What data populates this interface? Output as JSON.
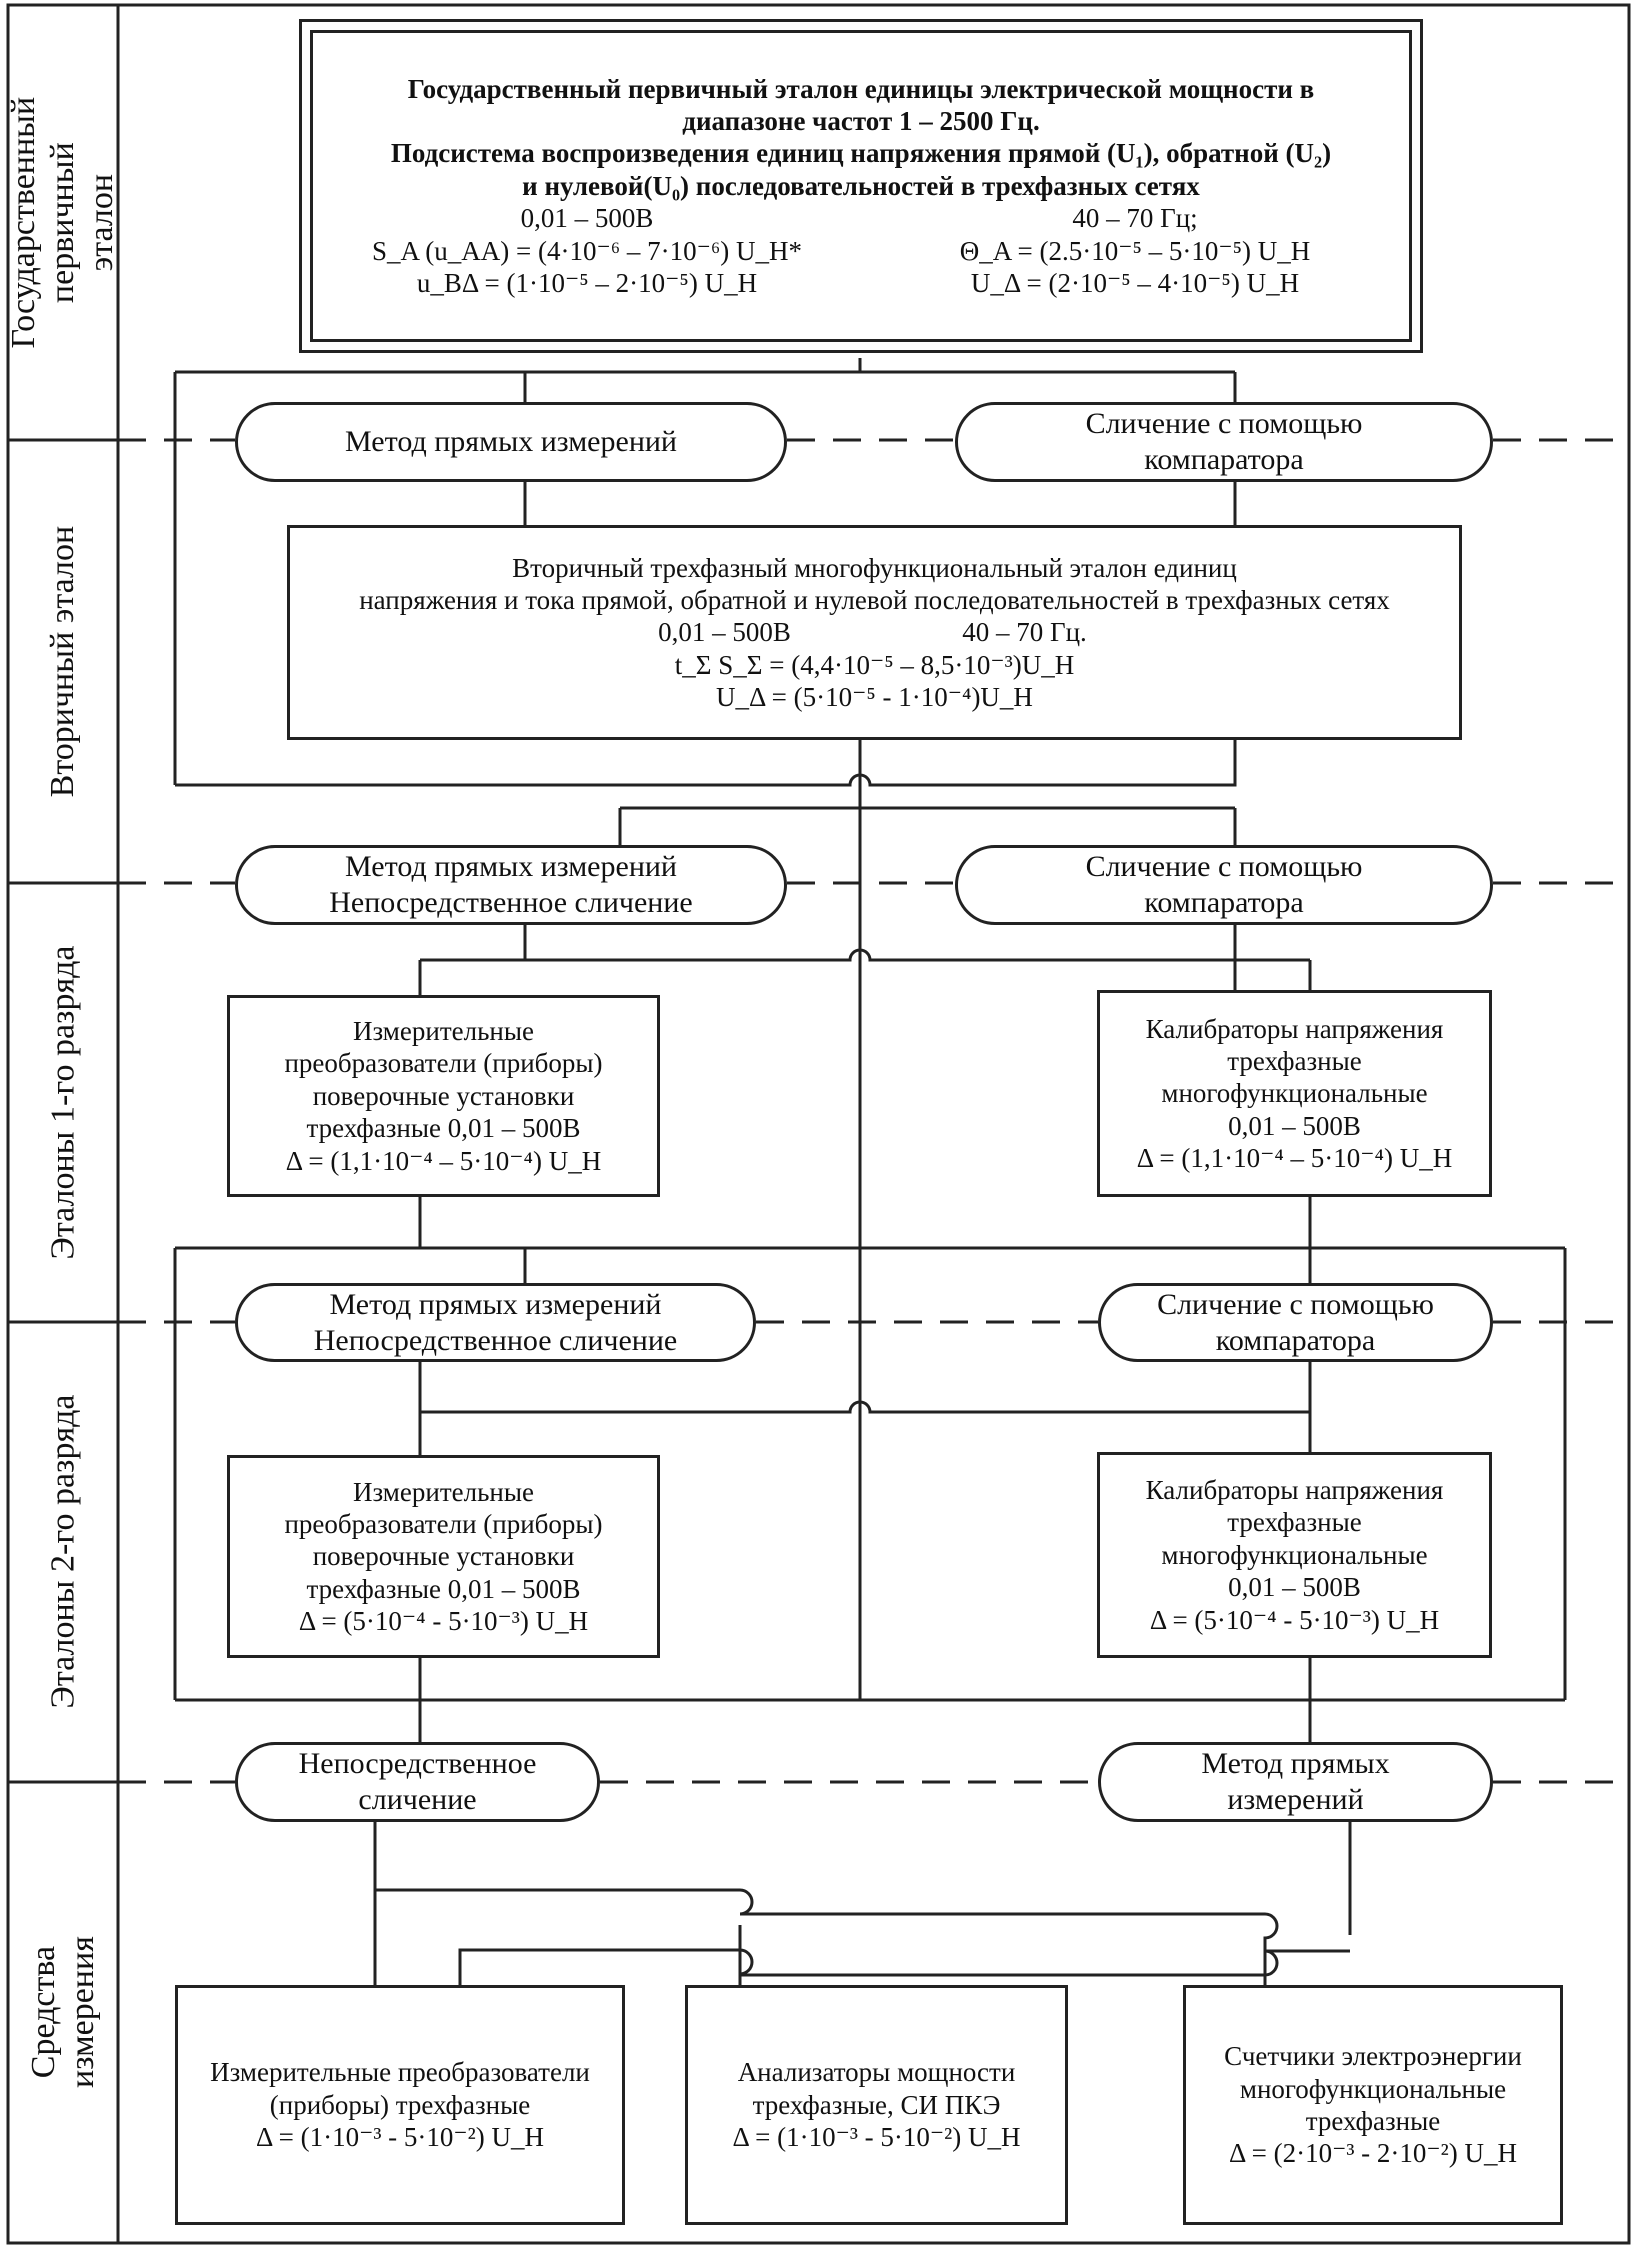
{
  "levels": {
    "state_primary": "Государственный первичный эталон",
    "secondary": "Вторичный эталон",
    "first_rank": "Эталоны 1-го разряда",
    "second_rank": "Эталоны 2-го разряда",
    "measuring_instruments": "Средства измерения"
  },
  "primary_standard": {
    "title_line1": "Государственный первичный эталон единицы электрической мощности в",
    "title_line2": "диапазоне частот 1 – 2500 Гц.",
    "title_line3": "Подсистема воспроизведения единиц напряжения прямой (U₁), обратной (U₂)",
    "title_line4": "и нулевой(U₀) последовательностей в трехфазных сетях",
    "range_voltage": "0,01 – 500В",
    "range_freq": "40 – 70 Гц;",
    "sa": "S_A (u_AA) = (4·10⁻⁶ – 7·10⁻⁶) U_H*",
    "theta": "Θ_A = (2.5·10⁻⁵ – 5·10⁻⁵) U_H",
    "ub": "u_BΔ = (1·10⁻⁵ – 2·10⁻⁵) U_H",
    "ud": "U_Δ = (2·10⁻⁵ – 4·10⁻⁵) U_H"
  },
  "methods": {
    "direct": "Метод прямых измерений",
    "comparator_l1": "Сличение с помощью",
    "comparator_l2": "компаратора",
    "direct_l1": "Метод прямых измерений",
    "direct_l2": "Непосредственное сличение",
    "immediate_l1": "Непосредственное",
    "immediate_l2": "сличение",
    "direct_meas_l1": "Метод прямых",
    "direct_meas_l2": "измерений"
  },
  "secondary_standard": {
    "line1": "Вторичный трехфазный многофункциональный эталон единиц",
    "line2": "напряжения и тока прямой, обратной и нулевой последовательностей в трехфазных сетях",
    "range_voltage": "0,01 – 500В",
    "range_freq": "40 – 70 Гц.",
    "ts": "t_Σ S_Σ = (4,4·10⁻⁵ – 8,5·10⁻³)U_H",
    "ud": "U_Δ = (5·10⁻⁵ - 1·10⁻⁴)U_H"
  },
  "rank1_left": {
    "line1": "Измерительные",
    "line2": "преобразователи (приборы)",
    "line3": "поверочные установки",
    "line4": "трехфазные 0,01 – 500В",
    "line5": "Δ = (1,1·10⁻⁴ – 5·10⁻⁴) U_H"
  },
  "rank1_right": {
    "line1": "Калибраторы напряжения",
    "line2": "трехфазные",
    "line3": "многофункциональные",
    "line4": "0,01 – 500В",
    "line5": "Δ = (1,1·10⁻⁴ – 5·10⁻⁴) U_H"
  },
  "rank2_left": {
    "line1": "Измерительные",
    "line2": "преобразователи (приборы)",
    "line3": "поверочные установки",
    "line4": "трехфазные 0,01 – 500В",
    "line5": "Δ = (5·10⁻⁴ - 5·10⁻³) U_H"
  },
  "rank2_right": {
    "line1": "Калибраторы напряжения",
    "line2": "трехфазные",
    "line3": "многофункциональные",
    "line4": "0,01 – 500В",
    "line5": "Δ = (5·10⁻⁴ - 5·10⁻³) U_H"
  },
  "instruments": {
    "transducers_l1": "Измерительные преобразователи",
    "transducers_l2": "(приборы) трехфазные",
    "transducers_l3": "Δ = (1·10⁻³ - 5·10⁻²) U_H",
    "analyzers_l1": "Анализаторы мощности",
    "analyzers_l2": "трехфазные, СИ ПКЭ",
    "analyzers_l3": "Δ = (1·10⁻³ - 5·10⁻²) U_H",
    "meters_l1": "Счетчики электроэнергии",
    "meters_l2": "многофункциональные",
    "meters_l3": "трехфазные",
    "meters_l4": "Δ = (2·10⁻³ - 2·10⁻²) U_H"
  }
}
